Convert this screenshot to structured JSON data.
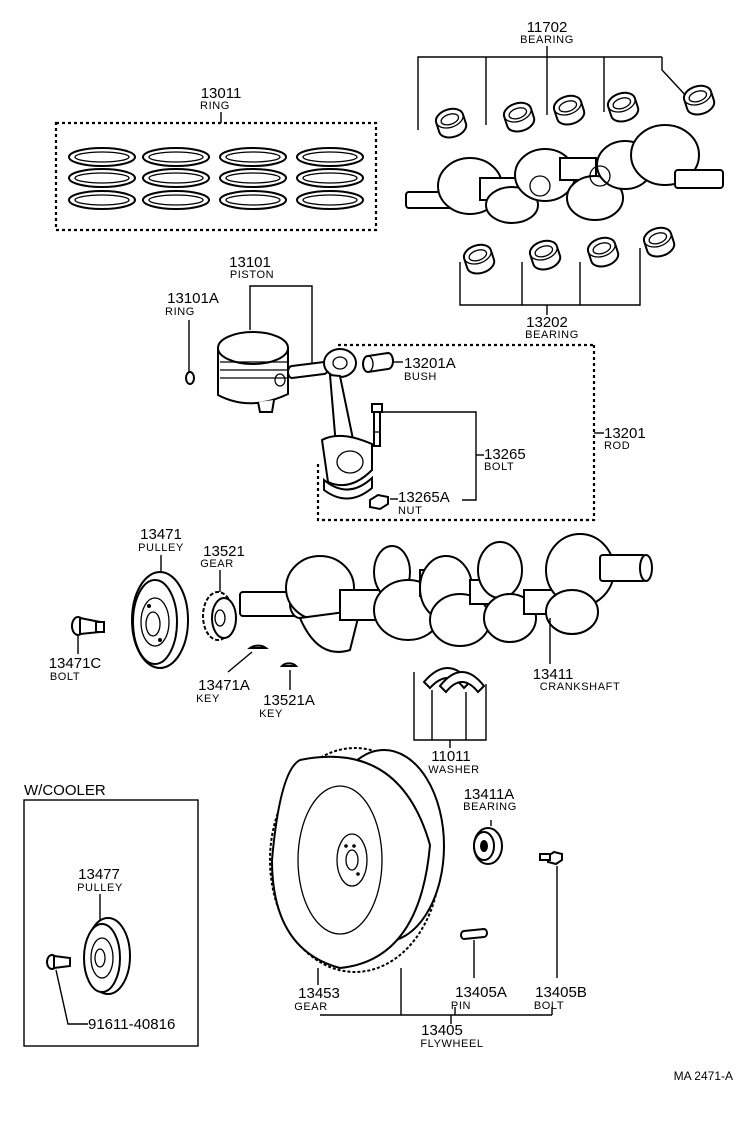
{
  "callouts": {
    "c11702": {
      "number": "11702",
      "name": "BEARING"
    },
    "c13011": {
      "number": "13011",
      "name": "RING"
    },
    "c13101": {
      "number": "13101",
      "name": "PISTON"
    },
    "c13101A": {
      "number": "13101A",
      "name": "RING"
    },
    "c13202": {
      "number": "13202",
      "name": "BEARING"
    },
    "c13201A": {
      "number": "13201A",
      "name": "BUSH"
    },
    "c13201": {
      "number": "13201",
      "name": "ROD"
    },
    "c13265": {
      "number": "13265",
      "name": "BOLT"
    },
    "c13265A": {
      "number": "13265A",
      "name": "NUT"
    },
    "c13471": {
      "number": "13471",
      "name": "PULLEY"
    },
    "c13521": {
      "number": "13521",
      "name": "GEAR"
    },
    "c13471C": {
      "number": "13471C",
      "name": "BOLT"
    },
    "c13471A": {
      "number": "13471A",
      "name": "KEY"
    },
    "c13521A": {
      "number": "13521A",
      "name": "KEY"
    },
    "c13411": {
      "number": "13411",
      "name": "CRANKSHAFT"
    },
    "c11011": {
      "number": "11011",
      "name": "WASHER"
    },
    "c13411A": {
      "number": "13411A",
      "name": "BEARING"
    },
    "c13477": {
      "number": "13477",
      "name": "PULLEY"
    },
    "c91611": {
      "number": "91611-40816"
    },
    "c13453": {
      "number": "13453",
      "name": "GEAR"
    },
    "c13405A": {
      "number": "13405A",
      "name": "PIN"
    },
    "c13405B": {
      "number": "13405B",
      "name": "BOLT"
    },
    "c13405": {
      "number": "13405",
      "name": "FLYWHEEL"
    }
  },
  "wcooler_label": "W/COOLER",
  "figure_id": "MA 2471-A"
}
